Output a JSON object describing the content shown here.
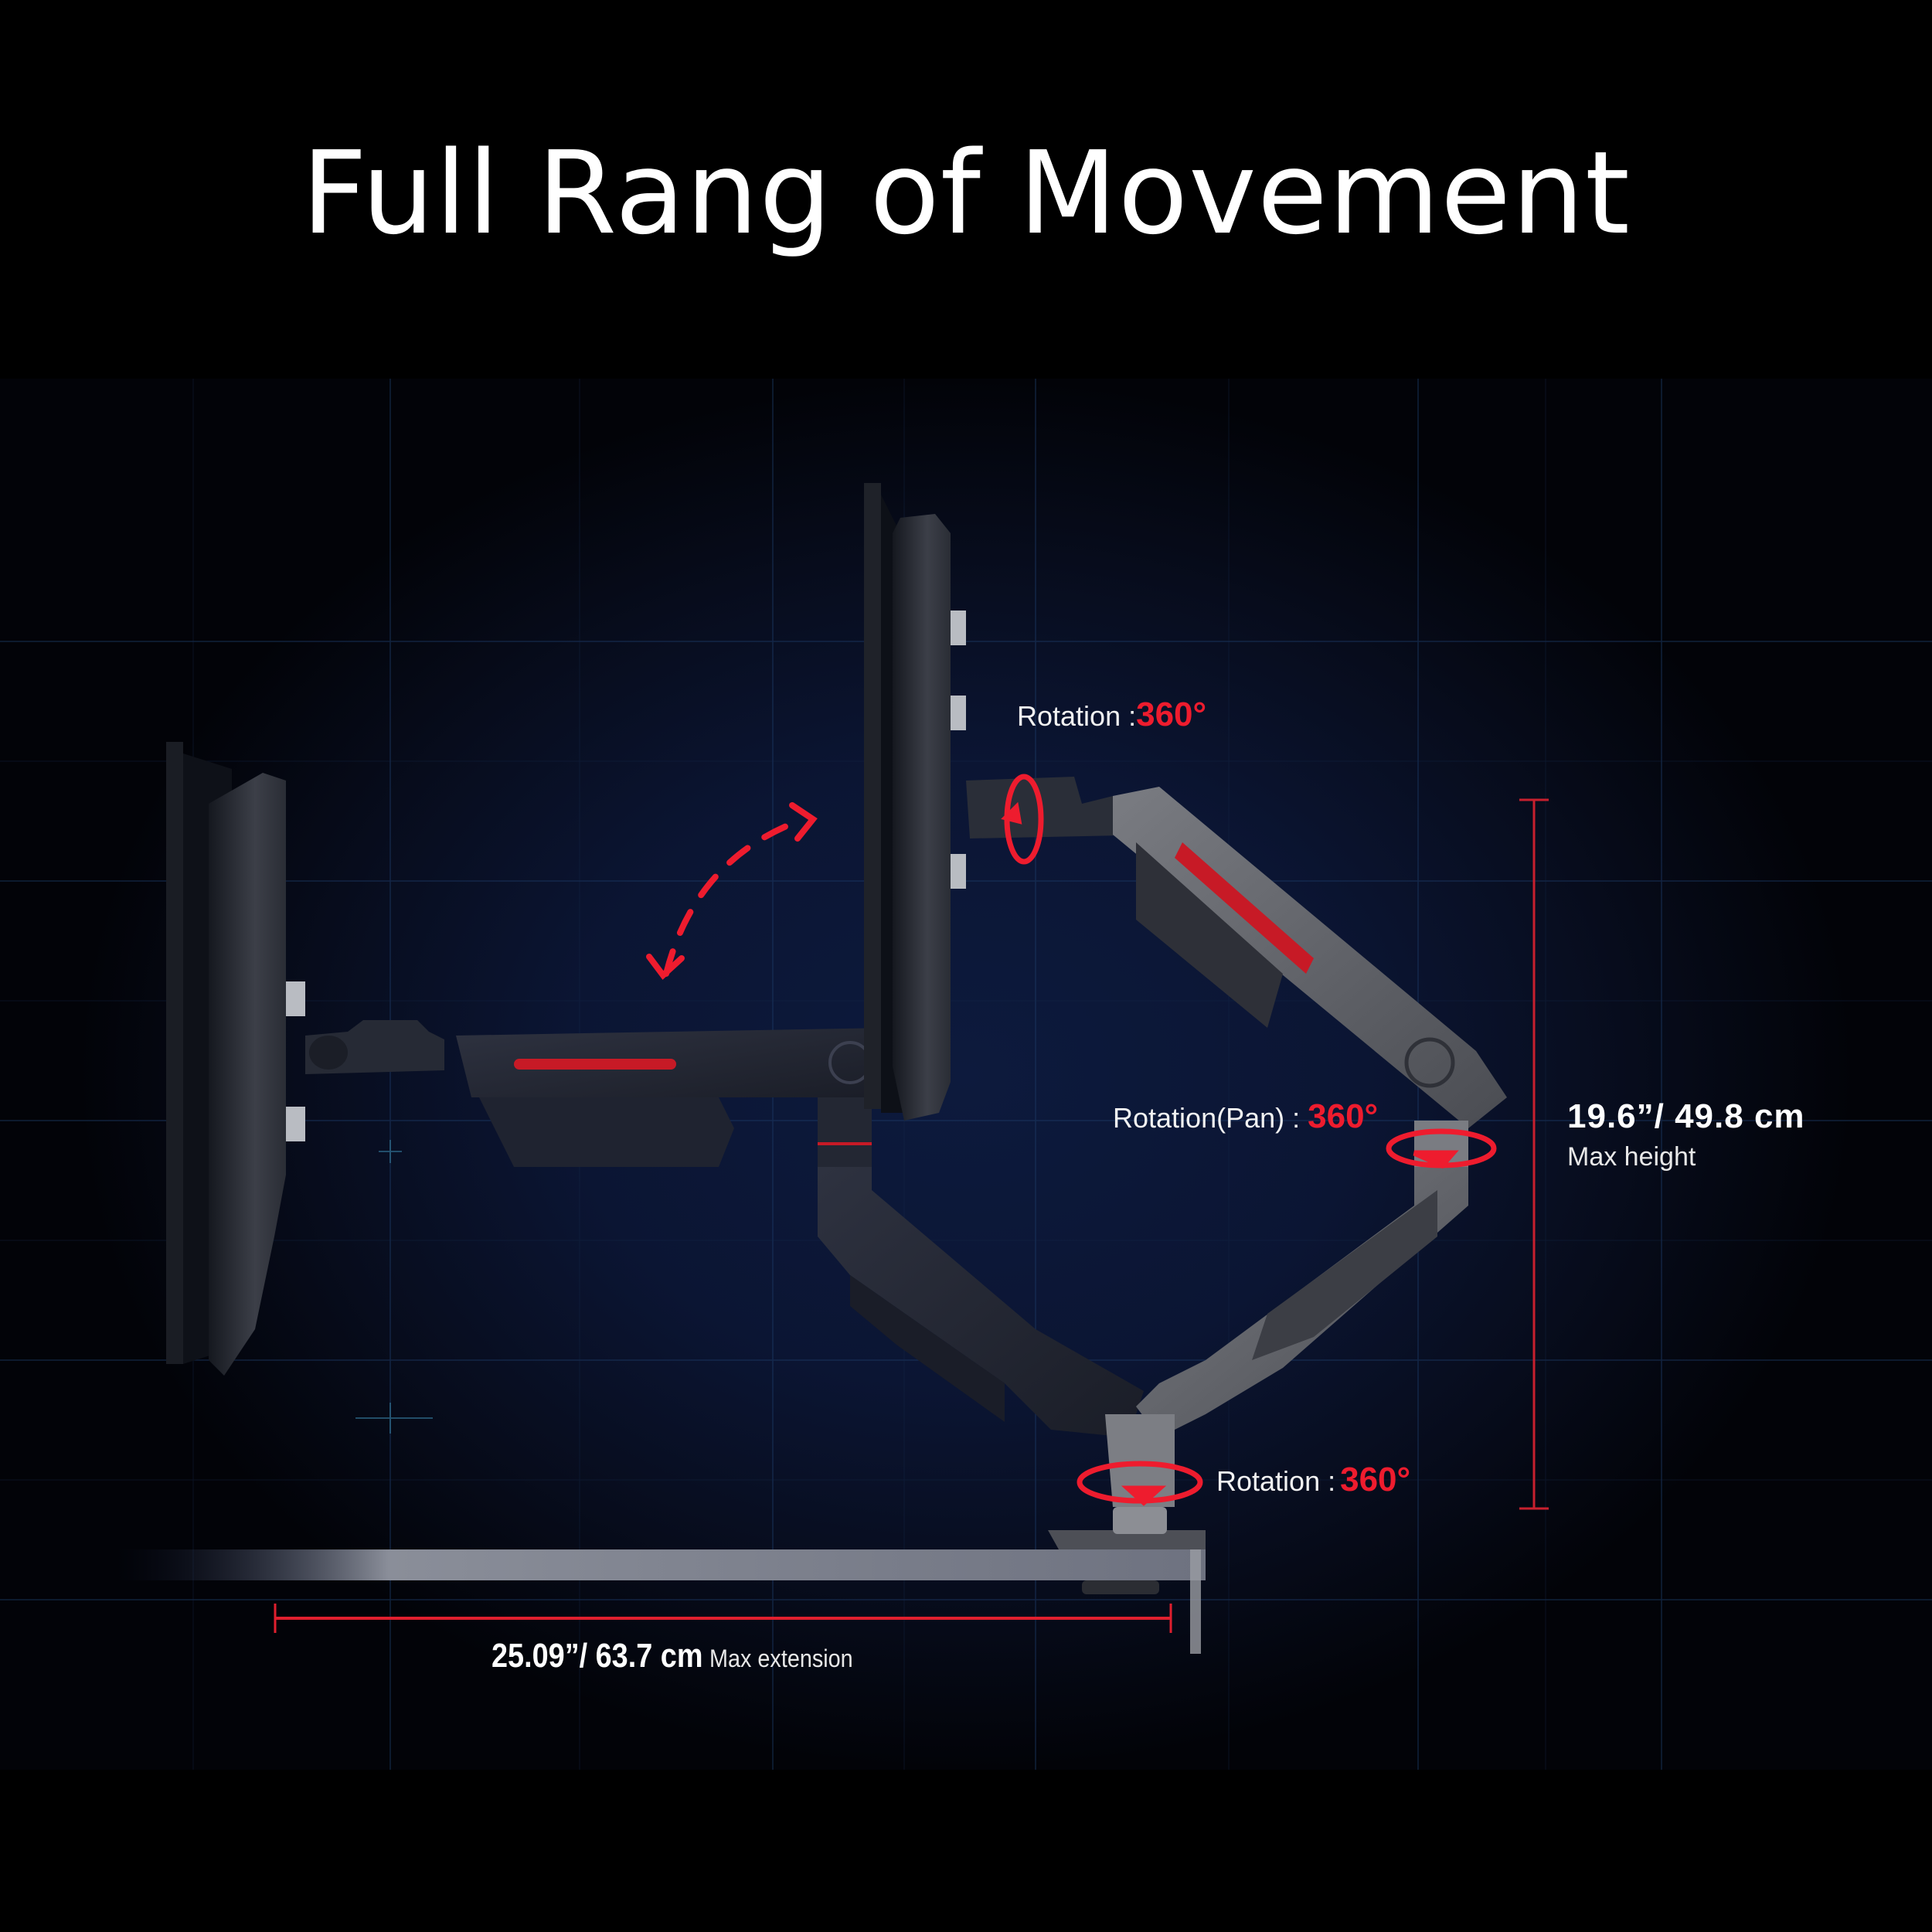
{
  "title": "Full Rang of Movement",
  "colors": {
    "background": "#000000",
    "stage": "#0b1533",
    "accent_red": "#ee1c2e",
    "text": "#ffffff",
    "arm_dark": "#2a2e38",
    "arm_light": "#6c6e74"
  },
  "annotations": {
    "monitor_rotation": {
      "label": "Rotation :",
      "value": "360°"
    },
    "pan_rotation": {
      "label": "Rotation(Pan) :",
      "value": "360°"
    },
    "base_rotation": {
      "label": "Rotation :",
      "value": "360°"
    }
  },
  "dimensions": {
    "max_height": {
      "value": "19.6”/ 49.8 cm",
      "label": "Max height"
    },
    "max_extension": {
      "value": "25.09”/ 63.7 cm",
      "label": "Max extension"
    }
  },
  "icons": {
    "tilt_arrow": "dashed-curved-double-arrow",
    "rotation_arrow": "red-elliptical-rotation-arrow"
  }
}
